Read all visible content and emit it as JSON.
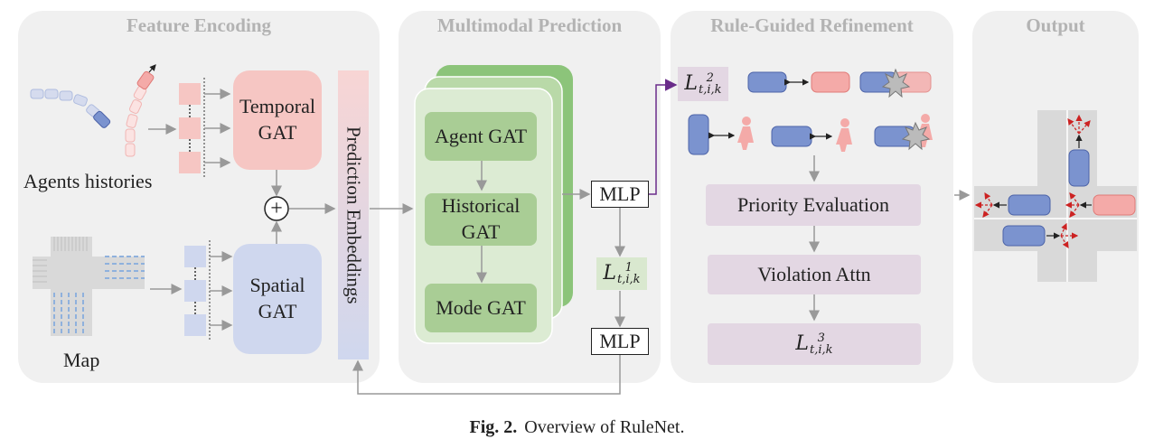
{
  "panels": {
    "feature_encoding": "Feature Encoding",
    "multimodal_prediction": "Multimodal Prediction",
    "rule_guided_refinement": "Rule-Guided Refinement",
    "output": "Output"
  },
  "feature_encoding": {
    "agents_histories": "Agents histories",
    "map": "Map",
    "temporal_gat": "Temporal GAT",
    "spatial_gat": "Spatial GAT",
    "prediction_embeddings": "Prediction Embeddings",
    "sum_symbol": "+"
  },
  "multimodal_prediction": {
    "agent_gat": "Agent GAT",
    "historical_gat": "Historical GAT",
    "mode_gat": "Mode GAT",
    "mlp_top": "MLP",
    "mlp_bottom": "MLP",
    "loss1": {
      "base": "L",
      "sup": "1",
      "sub": "t,i,k"
    }
  },
  "rule_guided_refinement": {
    "loss2": {
      "base": "L",
      "sup": "2",
      "sub": "t,i,k"
    },
    "priority_evaluation": "Priority Evaluation",
    "violation_attn": "Violation Attn",
    "loss3": {
      "base": "L",
      "sup": "3",
      "sub": "t,i,k"
    }
  },
  "caption": {
    "label": "Fig. 2.",
    "text": "Overview of RuleNet."
  },
  "colors": {
    "panel_bg": "#f0f0f0",
    "temporal": "#f6c6c3",
    "spatial": "#cfd7ee",
    "green_dark": "#8cc47a",
    "green_light": "#d9e8cf",
    "green_box": "#a9cd95",
    "purple_box": "#e3d7e3",
    "ego_blue": "#7b93cf",
    "agent_pink": "#f4aaa8",
    "arrow": "#999999",
    "purple_arrow": "#6a2c8a",
    "red_arrow": "#cc2222"
  }
}
